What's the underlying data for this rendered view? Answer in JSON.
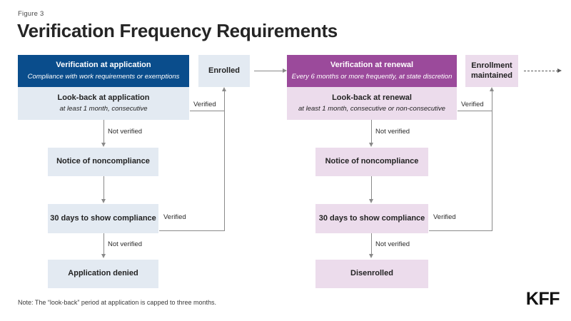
{
  "header": {
    "figure_label": "Figure  3",
    "title": "Verification Frequency Requirements"
  },
  "application_track": {
    "main_box": {
      "title": "Verification at application",
      "subtitle": "Compliance with work requirements or exemptions"
    },
    "lookback_box": {
      "title": "Look-back at application",
      "subtitle": "at least 1 month, consecutive"
    },
    "notice_box": {
      "title": "Notice of noncompliance"
    },
    "thirty_days_box": {
      "title": "30 days to show compliance"
    },
    "terminal_box": {
      "title": "Application denied"
    },
    "outcome_box": {
      "title": "Enrolled"
    },
    "edges": {
      "lookback_not_verified": "Not verified",
      "lookback_verified": "Verified",
      "notice_to_thirty": "",
      "thirty_not_verified": "Not verified",
      "thirty_verified": "Verified"
    }
  },
  "renewal_track": {
    "main_box": {
      "title": "Verification at renewal",
      "subtitle": "Every 6 months or more frequently, at state discretion"
    },
    "lookback_box": {
      "title": "Look-back at renewal",
      "subtitle": "at least 1 month, consecutive or non-consecutive"
    },
    "notice_box": {
      "title": "Notice of noncompliance"
    },
    "thirty_days_box": {
      "title": "30 days to show compliance"
    },
    "terminal_box": {
      "title": "Disenrolled"
    },
    "outcome_box": {
      "title": "Enrollment maintained"
    },
    "edges": {
      "lookback_not_verified": "Not verified",
      "lookback_verified": "Verified",
      "thirty_not_verified": "Not verified",
      "thirty_verified": "Verified"
    }
  },
  "footer": {
    "note": "Note: The “look-back” period at application is capped to three months.",
    "logo": "KFF"
  },
  "colors": {
    "blue_dark": "#0a4d8c",
    "blue_light": "#e3eaf2",
    "purple_dark": "#9b4a9b",
    "purple_light": "#ecdcec",
    "connector": "#8a8a8a",
    "text": "#232323"
  }
}
